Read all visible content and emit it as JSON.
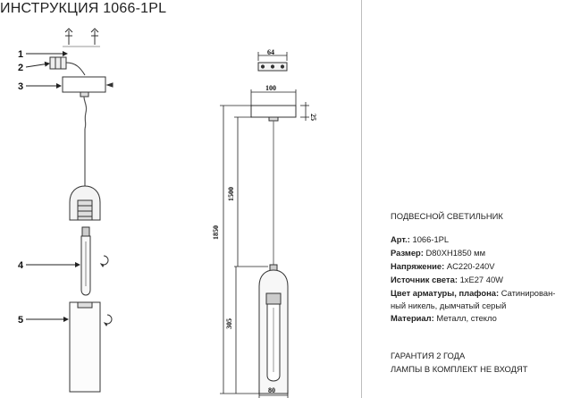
{
  "title": "ИНСТРУКЦИЯ 1066-1PL",
  "callouts": [
    "1",
    "2",
    "3",
    "4",
    "5"
  ],
  "dimensions": {
    "top_plate_width": "64",
    "canopy_width": "100",
    "canopy_height": "25",
    "cable_length": "1500",
    "total_height": "1850",
    "shade_height": "305",
    "shade_diameter": "80"
  },
  "product": {
    "type": "ПОДВЕСНОЙ СВЕТИЛЬНИК",
    "specs": [
      {
        "label": "Арт.:",
        "value": "1066-1PL"
      },
      {
        "label": "Размер:",
        "value": "D80XH1850 мм"
      },
      {
        "label": "Напряжение:",
        "value": "AC220-240V"
      },
      {
        "label": "Источник света:",
        "value": "1xE27 40W"
      },
      {
        "label": "Цвет арматуры, плафона:",
        "value": "Сатинирован-"
      },
      {
        "label": "",
        "value": "ный никель, дымчатый серый"
      },
      {
        "label": "Материал:",
        "value": "Металл, стекло"
      }
    ],
    "warranty": "ГАРАНТИЯ 2 ГОДА",
    "lamps_note": "ЛАМПЫ В КОМПЛЕКТ НЕ ВХОДЯТ"
  }
}
